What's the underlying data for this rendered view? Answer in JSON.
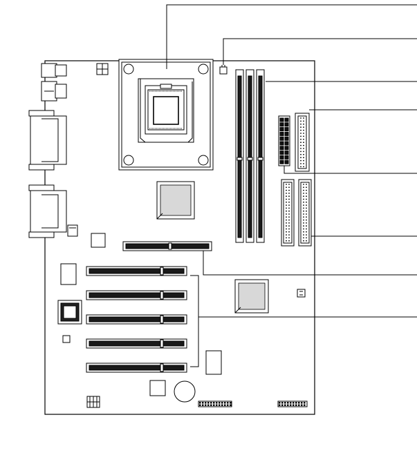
{
  "diagram": {
    "kind": "motherboard-layout",
    "colors": {
      "stroke": "#000000",
      "fill": "#ffffff",
      "chipset_fill": "#d8d8d8",
      "slot_fill": "#1a1a1a"
    },
    "components": {
      "cpu_socket": {
        "icon": "cpu-socket-icon"
      },
      "dimm_slots": {
        "count": 3
      },
      "pci_slots": {
        "count": 5
      },
      "agp_slot": {
        "count": 1
      },
      "ide_connectors": {
        "count": 2
      },
      "floppy_connector": {
        "count": 1
      },
      "atx_power_connector": {
        "count": 1
      },
      "northbridge": {
        "icon": "chip-icon"
      },
      "southbridge": {
        "icon": "chip-icon"
      },
      "bios_chip": {
        "icon": "plcc-chip-icon"
      },
      "cmos_battery": {
        "icon": "battery-icon"
      },
      "back_panel": {
        "items": [
          "usb-ports",
          "parallel-port",
          "serial-port",
          "audio-jacks"
        ]
      }
    },
    "callouts": {
      "count": 8
    }
  }
}
